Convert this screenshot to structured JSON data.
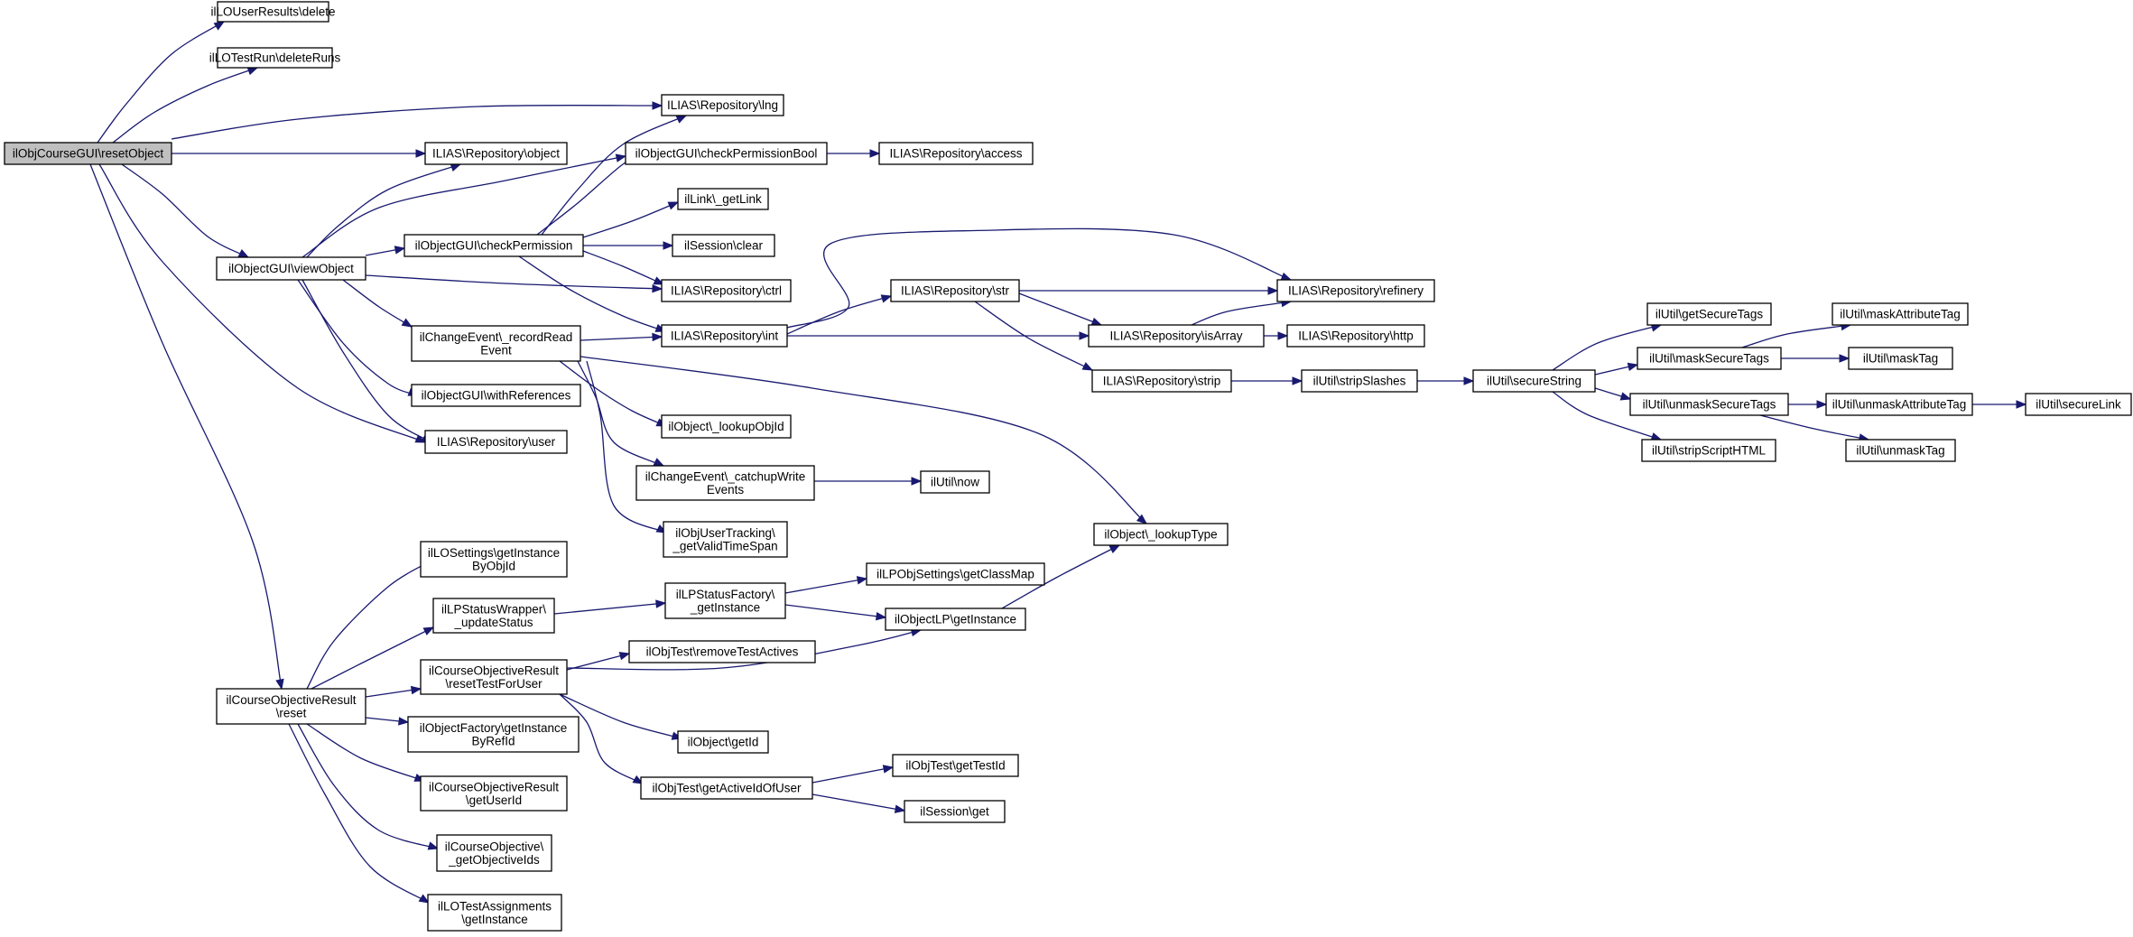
{
  "graph": {
    "nodes": [
      {
        "id": "resetObject",
        "lines": [
          "ilObjCourseGUI\\resetObject"
        ],
        "root": true
      },
      {
        "id": "userResultsDelete",
        "lines": [
          "ilLOUserResults\\delete"
        ]
      },
      {
        "id": "deleteRuns",
        "lines": [
          "ilLOTestRun\\deleteRuns"
        ]
      },
      {
        "id": "lng",
        "lines": [
          "ILIAS\\Repository\\lng"
        ]
      },
      {
        "id": "object",
        "lines": [
          "ILIAS\\Repository\\object"
        ]
      },
      {
        "id": "checkPermissionBool",
        "lines": [
          "ilObjectGUI\\checkPermissionBool"
        ]
      },
      {
        "id": "access",
        "lines": [
          "ILIAS\\Repository\\access"
        ]
      },
      {
        "id": "getLink",
        "lines": [
          "ilLink\\_getLink"
        ]
      },
      {
        "id": "viewObject",
        "lines": [
          "ilObjectGUI\\viewObject"
        ]
      },
      {
        "id": "checkPermission",
        "lines": [
          "ilObjectGUI\\checkPermission"
        ]
      },
      {
        "id": "sessionClear",
        "lines": [
          "ilSession\\clear"
        ]
      },
      {
        "id": "ctrl",
        "lines": [
          "ILIAS\\Repository\\ctrl"
        ]
      },
      {
        "id": "str",
        "lines": [
          "ILIAS\\Repository\\str"
        ]
      },
      {
        "id": "refinery",
        "lines": [
          "ILIAS\\Repository\\refinery"
        ]
      },
      {
        "id": "recordReadEvent",
        "lines": [
          "ilChangeEvent\\_recordRead",
          "Event"
        ]
      },
      {
        "id": "int",
        "lines": [
          "ILIAS\\Repository\\int"
        ]
      },
      {
        "id": "isArray",
        "lines": [
          "ILIAS\\Repository\\isArray"
        ]
      },
      {
        "id": "http",
        "lines": [
          "ILIAS\\Repository\\http"
        ]
      },
      {
        "id": "getSecureTags",
        "lines": [
          "ilUtil\\getSecureTags"
        ]
      },
      {
        "id": "maskAttributeTag",
        "lines": [
          "ilUtil\\maskAttributeTag"
        ]
      },
      {
        "id": "maskSecureTags",
        "lines": [
          "ilUtil\\maskSecureTags"
        ]
      },
      {
        "id": "maskTag",
        "lines": [
          "ilUtil\\maskTag"
        ]
      },
      {
        "id": "strip",
        "lines": [
          "ILIAS\\Repository\\strip"
        ]
      },
      {
        "id": "stripSlashes",
        "lines": [
          "ilUtil\\stripSlashes"
        ]
      },
      {
        "id": "secureString",
        "lines": [
          "ilUtil\\secureString"
        ]
      },
      {
        "id": "withReferences",
        "lines": [
          "ilObjectGUI\\withReferences"
        ]
      },
      {
        "id": "unmaskSecureTags",
        "lines": [
          "ilUtil\\unmaskSecureTags"
        ]
      },
      {
        "id": "unmaskAttributeTag",
        "lines": [
          "ilUtil\\unmaskAttributeTag"
        ]
      },
      {
        "id": "secureLink",
        "lines": [
          "ilUtil\\secureLink"
        ]
      },
      {
        "id": "lookupObjId",
        "lines": [
          "ilObject\\_lookupObjId"
        ]
      },
      {
        "id": "user",
        "lines": [
          "ILIAS\\Repository\\user"
        ]
      },
      {
        "id": "stripScriptHTML",
        "lines": [
          "ilUtil\\stripScriptHTML"
        ]
      },
      {
        "id": "unmaskTag",
        "lines": [
          "ilUtil\\unmaskTag"
        ]
      },
      {
        "id": "catchupWriteEvents",
        "lines": [
          "ilChangeEvent\\_catchupWrite",
          "Events"
        ]
      },
      {
        "id": "now",
        "lines": [
          "ilUtil\\now"
        ]
      },
      {
        "id": "getValidTimeSpan",
        "lines": [
          "ilObjUserTracking\\",
          "_getValidTimeSpan"
        ]
      },
      {
        "id": "lookupType",
        "lines": [
          "ilObject\\_lookupType"
        ]
      },
      {
        "id": "loSettingsGetInstance",
        "lines": [
          "ilLOSettings\\getInstance",
          "ByObjId"
        ]
      },
      {
        "id": "getClassMap",
        "lines": [
          "ilLPObjSettings\\getClassMap"
        ]
      },
      {
        "id": "lpStatusFactoryGetInstance",
        "lines": [
          "ilLPStatusFactory\\",
          "_getInstance"
        ]
      },
      {
        "id": "updateStatus",
        "lines": [
          "ilLPStatusWrapper\\",
          "_updateStatus"
        ]
      },
      {
        "id": "objectLPGetInstance",
        "lines": [
          "ilObjectLP\\getInstance"
        ]
      },
      {
        "id": "removeTestActives",
        "lines": [
          "ilObjTest\\removeTestActives"
        ]
      },
      {
        "id": "resetTestForUser",
        "lines": [
          "ilCourseObjectiveResult",
          "\\resetTestForUser"
        ]
      },
      {
        "id": "courseObjectiveResultReset",
        "lines": [
          "ilCourseObjectiveResult",
          "\\reset"
        ]
      },
      {
        "id": "objectGetId",
        "lines": [
          "ilObject\\getId"
        ]
      },
      {
        "id": "objectFactoryGetInstance",
        "lines": [
          "ilObjectFactory\\getInstance",
          "ByRefId"
        ]
      },
      {
        "id": "getTestId",
        "lines": [
          "ilObjTest\\getTestId"
        ]
      },
      {
        "id": "getActiveIdOfUser",
        "lines": [
          "ilObjTest\\getActiveIdOfUser"
        ]
      },
      {
        "id": "sessionGet",
        "lines": [
          "ilSession\\get"
        ]
      },
      {
        "id": "getUserId",
        "lines": [
          "ilCourseObjectiveResult",
          "\\getUserId"
        ]
      },
      {
        "id": "getObjectiveIds",
        "lines": [
          "ilCourseObjective\\",
          "_getObjectiveIds"
        ]
      },
      {
        "id": "testAssignmentsGetInstance",
        "lines": [
          "ilLOTestAssignments",
          "\\getInstance"
        ]
      }
    ],
    "edges": [
      {
        "from": "resetObject",
        "to": "userResultsDelete"
      },
      {
        "from": "resetObject",
        "to": "deleteRuns"
      },
      {
        "from": "resetObject",
        "to": "lng"
      },
      {
        "from": "resetObject",
        "to": "object"
      },
      {
        "from": "resetObject",
        "to": "viewObject"
      },
      {
        "from": "resetObject",
        "to": "user"
      },
      {
        "from": "resetObject",
        "to": "courseObjectiveResultReset"
      },
      {
        "from": "viewObject",
        "to": "object"
      },
      {
        "from": "viewObject",
        "to": "checkPermissionBool"
      },
      {
        "from": "viewObject",
        "to": "checkPermission"
      },
      {
        "from": "viewObject",
        "to": "ctrl"
      },
      {
        "from": "viewObject",
        "to": "recordReadEvent"
      },
      {
        "from": "viewObject",
        "to": "withReferences"
      },
      {
        "from": "viewObject",
        "to": "user"
      },
      {
        "from": "checkPermission",
        "to": "lng"
      },
      {
        "from": "checkPermission",
        "to": "checkPermissionBool"
      },
      {
        "from": "checkPermission",
        "to": "getLink"
      },
      {
        "from": "checkPermission",
        "to": "sessionClear"
      },
      {
        "from": "checkPermission",
        "to": "ctrl"
      },
      {
        "from": "checkPermission",
        "to": "int"
      },
      {
        "from": "checkPermissionBool",
        "to": "access"
      },
      {
        "from": "recordReadEvent",
        "to": "int"
      },
      {
        "from": "recordReadEvent",
        "to": "lookupObjId"
      },
      {
        "from": "recordReadEvent",
        "to": "catchupWriteEvents"
      },
      {
        "from": "recordReadEvent",
        "to": "getValidTimeSpan"
      },
      {
        "from": "recordReadEvent",
        "to": "lookupType"
      },
      {
        "from": "int",
        "to": "str"
      },
      {
        "from": "int",
        "to": "refinery"
      },
      {
        "from": "int",
        "to": "isArray"
      },
      {
        "from": "str",
        "to": "refinery"
      },
      {
        "from": "str",
        "to": "isArray"
      },
      {
        "from": "str",
        "to": "strip"
      },
      {
        "from": "isArray",
        "to": "refinery"
      },
      {
        "from": "isArray",
        "to": "http"
      },
      {
        "from": "strip",
        "to": "stripSlashes"
      },
      {
        "from": "stripSlashes",
        "to": "secureString"
      },
      {
        "from": "secureString",
        "to": "getSecureTags"
      },
      {
        "from": "secureString",
        "to": "maskSecureTags"
      },
      {
        "from": "secureString",
        "to": "unmaskSecureTags"
      },
      {
        "from": "secureString",
        "to": "stripScriptHTML"
      },
      {
        "from": "maskSecureTags",
        "to": "maskAttributeTag"
      },
      {
        "from": "maskSecureTags",
        "to": "maskTag"
      },
      {
        "from": "unmaskSecureTags",
        "to": "unmaskAttributeTag"
      },
      {
        "from": "unmaskSecureTags",
        "to": "unmaskTag"
      },
      {
        "from": "unmaskAttributeTag",
        "to": "secureLink"
      },
      {
        "from": "catchupWriteEvents",
        "to": "now"
      },
      {
        "from": "courseObjectiveResultReset",
        "to": "loSettingsGetInstance"
      },
      {
        "from": "courseObjectiveResultReset",
        "to": "updateStatus"
      },
      {
        "from": "courseObjectiveResultReset",
        "to": "resetTestForUser"
      },
      {
        "from": "courseObjectiveResultReset",
        "to": "objectFactoryGetInstance"
      },
      {
        "from": "courseObjectiveResultReset",
        "to": "getUserId"
      },
      {
        "from": "courseObjectiveResultReset",
        "to": "getObjectiveIds"
      },
      {
        "from": "courseObjectiveResultReset",
        "to": "testAssignmentsGetInstance"
      },
      {
        "from": "updateStatus",
        "to": "lpStatusFactoryGetInstance"
      },
      {
        "from": "lpStatusFactoryGetInstance",
        "to": "getClassMap"
      },
      {
        "from": "lpStatusFactoryGetInstance",
        "to": "objectLPGetInstance"
      },
      {
        "from": "objectLPGetInstance",
        "to": "lookupType"
      },
      {
        "from": "resetTestForUser",
        "to": "removeTestActives"
      },
      {
        "from": "resetTestForUser",
        "to": "objectLPGetInstance"
      },
      {
        "from": "resetTestForUser",
        "to": "objectGetId"
      },
      {
        "from": "resetTestForUser",
        "to": "getActiveIdOfUser"
      },
      {
        "from": "getActiveIdOfUser",
        "to": "getTestId"
      },
      {
        "from": "getActiveIdOfUser",
        "to": "sessionGet"
      }
    ]
  }
}
